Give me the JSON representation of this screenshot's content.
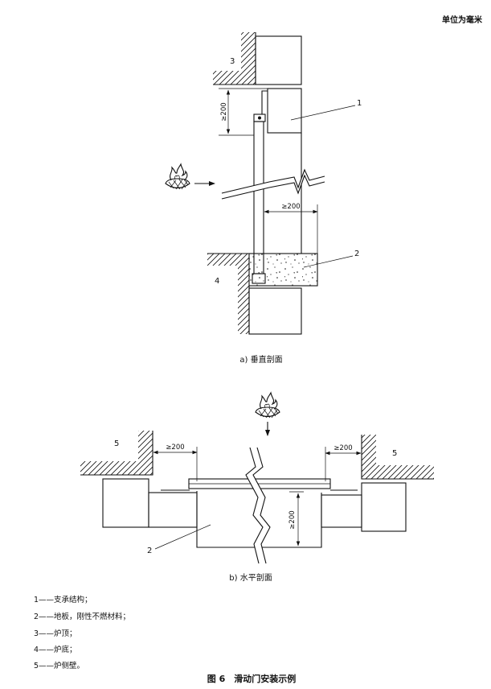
{
  "unit_note": "单位为毫米",
  "figure_a": {
    "label_roof": "3",
    "label_support": "1",
    "label_floor": "2",
    "label_bottom": "4",
    "dim_vertical": "≥200",
    "dim_horizontal": "≥200",
    "caption": "a) 垂直剖面"
  },
  "figure_b": {
    "label_side_left": "5",
    "label_side_right": "5",
    "label_floor": "2",
    "dim_left": "≥200",
    "dim_right": "≥200",
    "dim_vertical": "≥200",
    "caption": "b) 水平剖面"
  },
  "legend": [
    "1——支承结构；",
    "2——地板，刚性不燃材料；",
    "3——炉顶；",
    "4——炉底；",
    "5——炉侧壁。"
  ],
  "figure_caption": "图 6　滑动门安装示例",
  "icons": {
    "heat_source_a": "fire-icon",
    "heat_source_b": "fire-icon",
    "direction": "arrow-icon"
  }
}
